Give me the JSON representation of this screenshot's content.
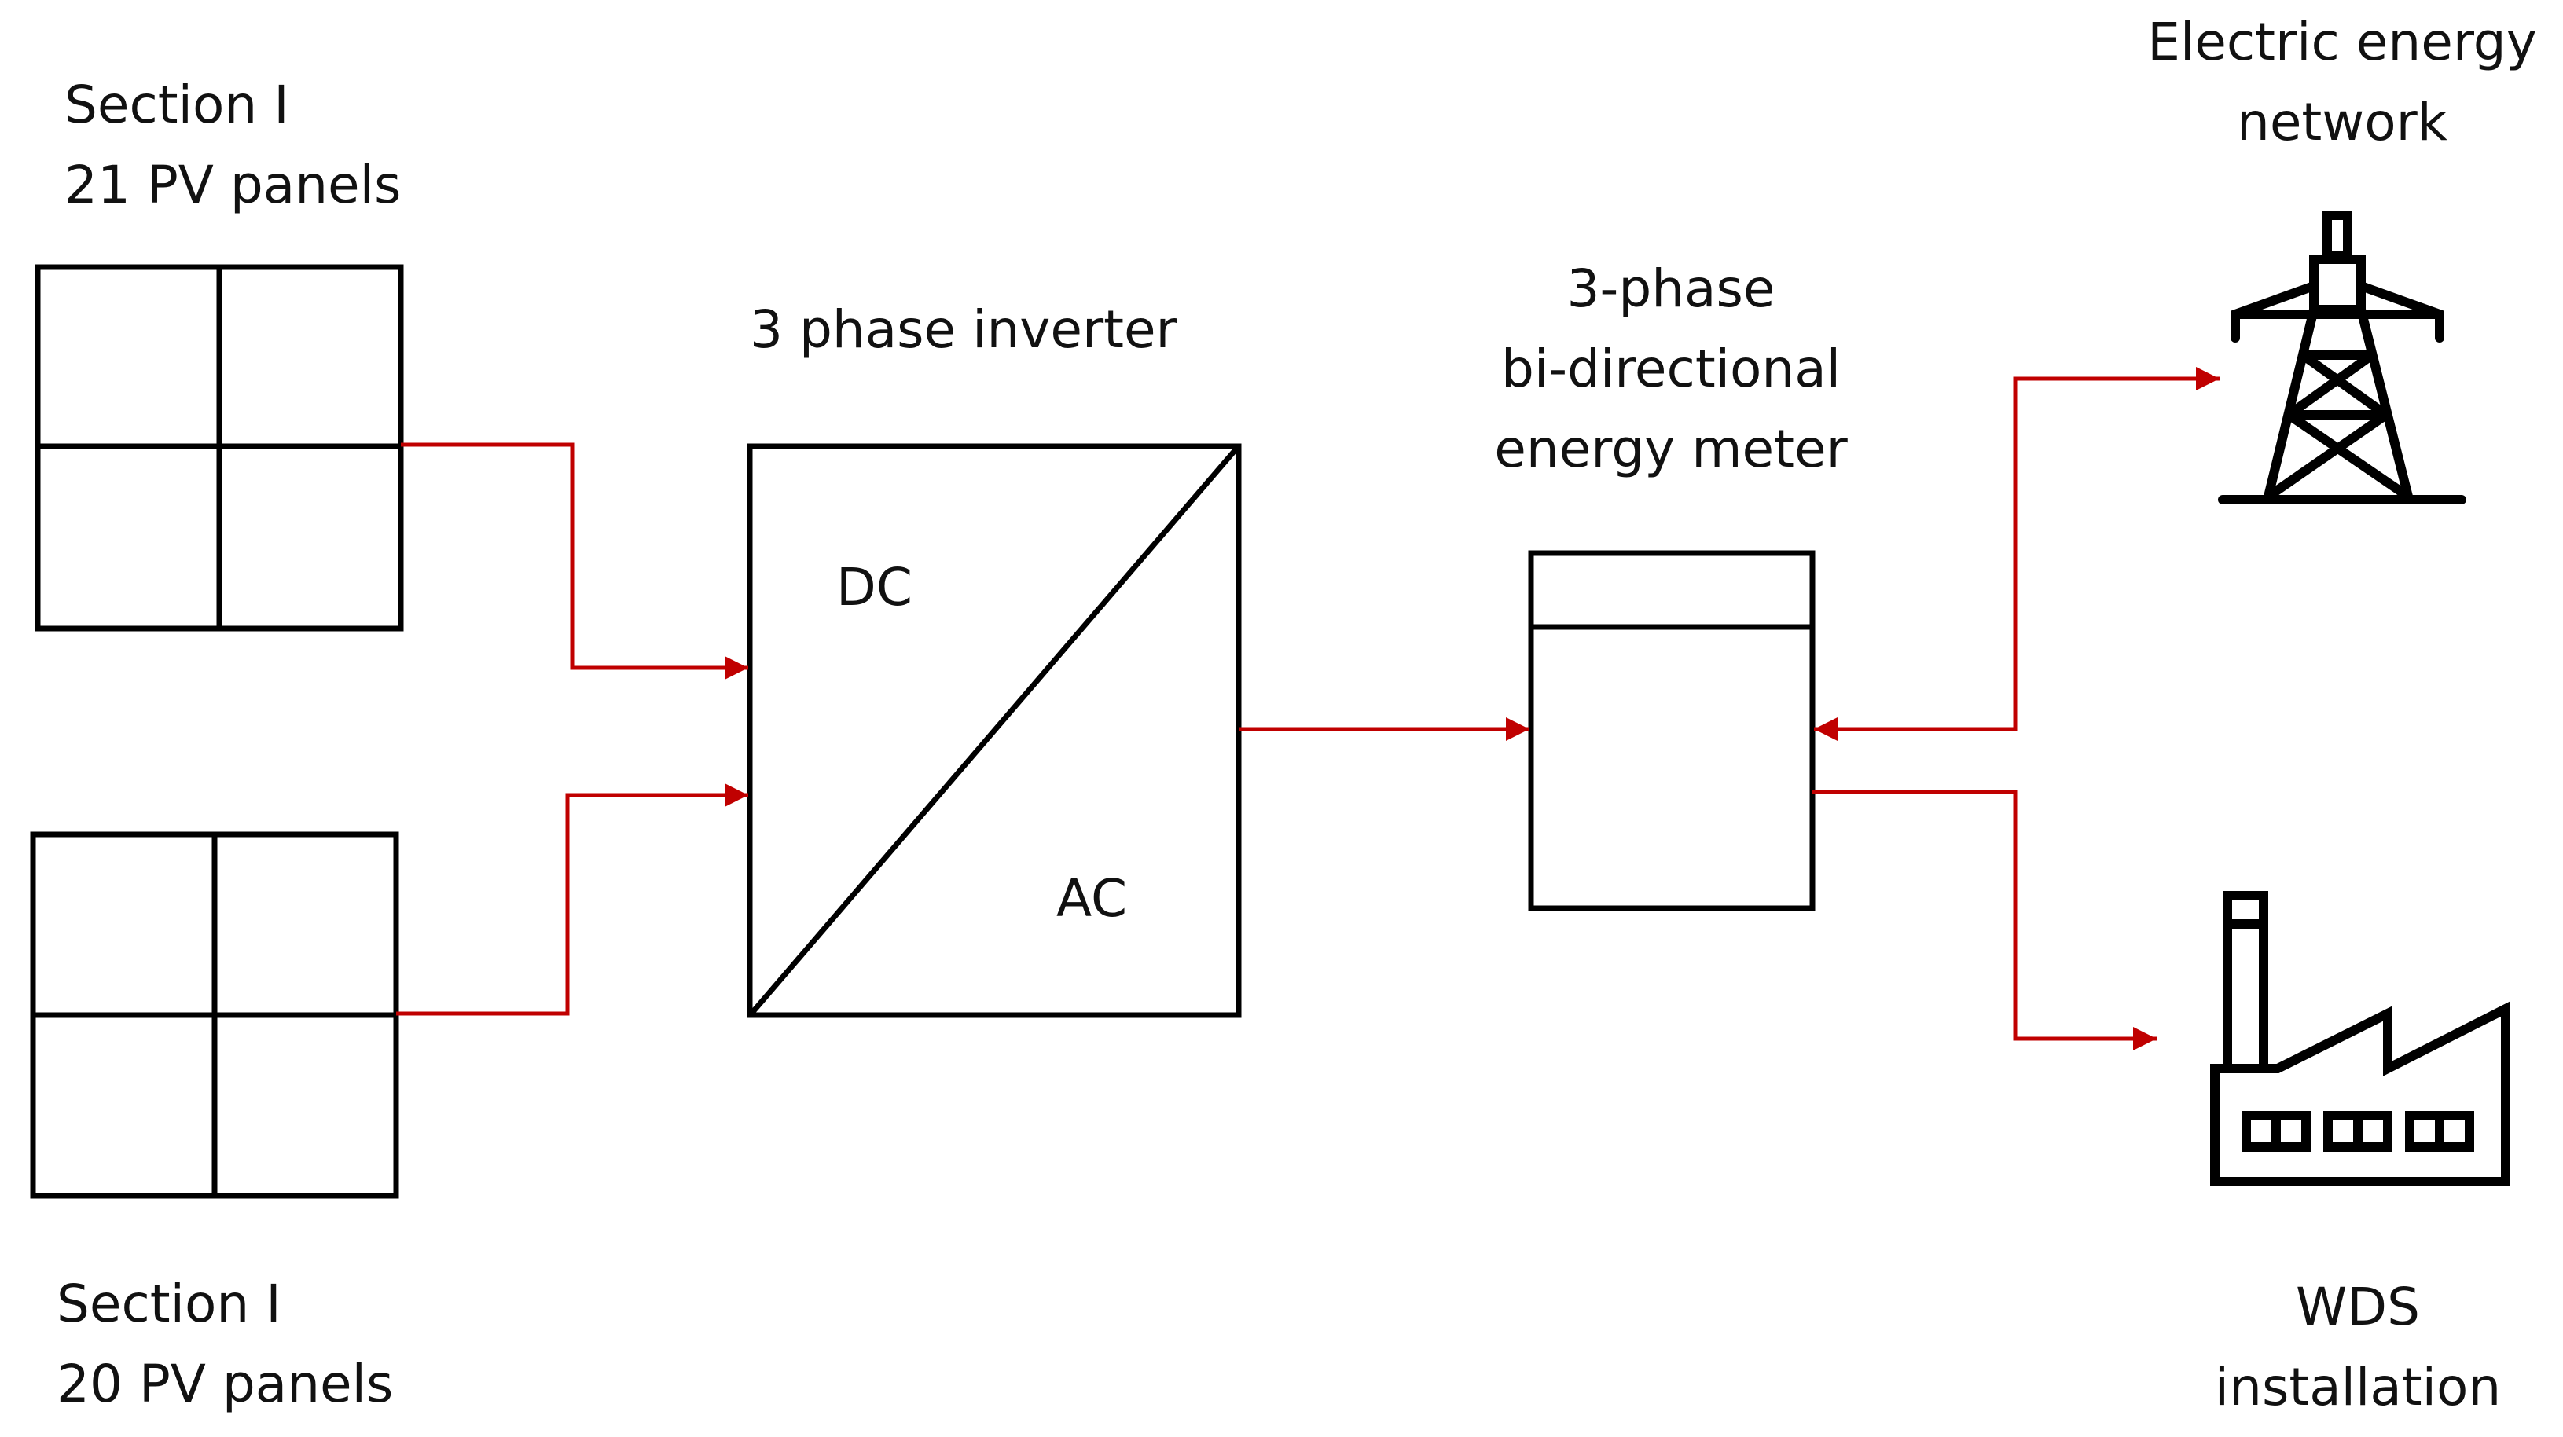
{
  "panel_section_top": {
    "line1": "Section I",
    "line2": "21 PV panels"
  },
  "panel_section_bottom": {
    "line1": "Section I",
    "line2": "20 PV panels"
  },
  "inverter": {
    "title": "3 phase inverter",
    "dc_label": "DC",
    "ac_label": "AC"
  },
  "meter": {
    "line1": "3-phase",
    "line2": "bi-directional",
    "line3": "energy meter"
  },
  "grid": {
    "line1": "Electric energy",
    "line2": "network",
    "icon": "power-tower-icon"
  },
  "installation": {
    "line1": "WDS",
    "line2": "installation",
    "icon": "factory-icon"
  },
  "colors": {
    "connection": "#c00000",
    "outline": "#000000",
    "text": "#111111"
  }
}
